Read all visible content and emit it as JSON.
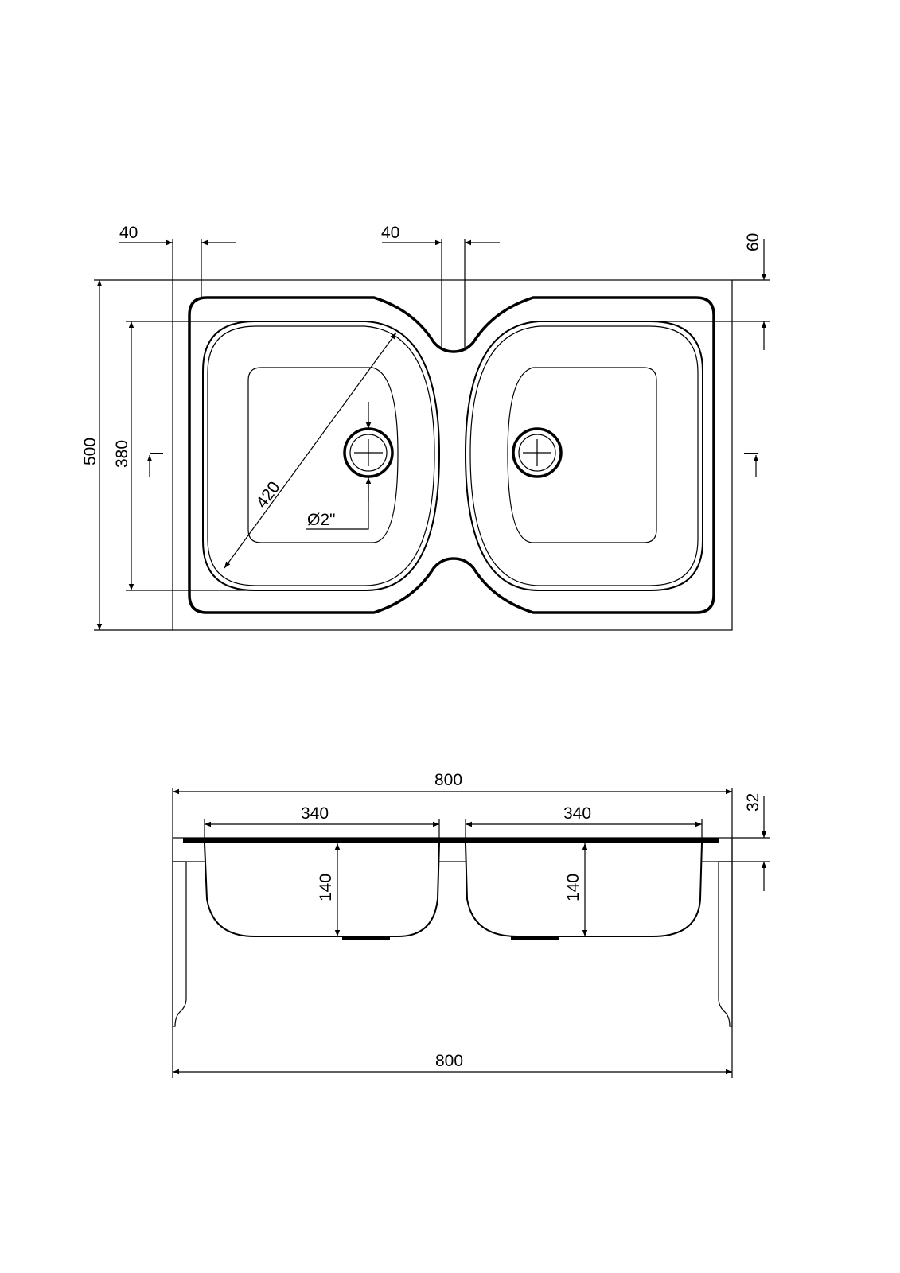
{
  "top_view": {
    "dim_left_margin": "40",
    "dim_center_gap": "40",
    "dim_top_margin": "60",
    "dim_total_depth": "500",
    "dim_bowl_depth": "380",
    "dim_diagonal": "420",
    "dim_drain": "Ø2\""
  },
  "side_view": {
    "dim_total_width_top": "800",
    "dim_bowl_left_width": "340",
    "dim_bowl_right_width": "340",
    "dim_bowl_left_height": "140",
    "dim_bowl_right_height": "140",
    "dim_rim": "32",
    "dim_total_width_bottom": "800"
  },
  "colors": {
    "line": "#000000",
    "background": "#ffffff"
  }
}
